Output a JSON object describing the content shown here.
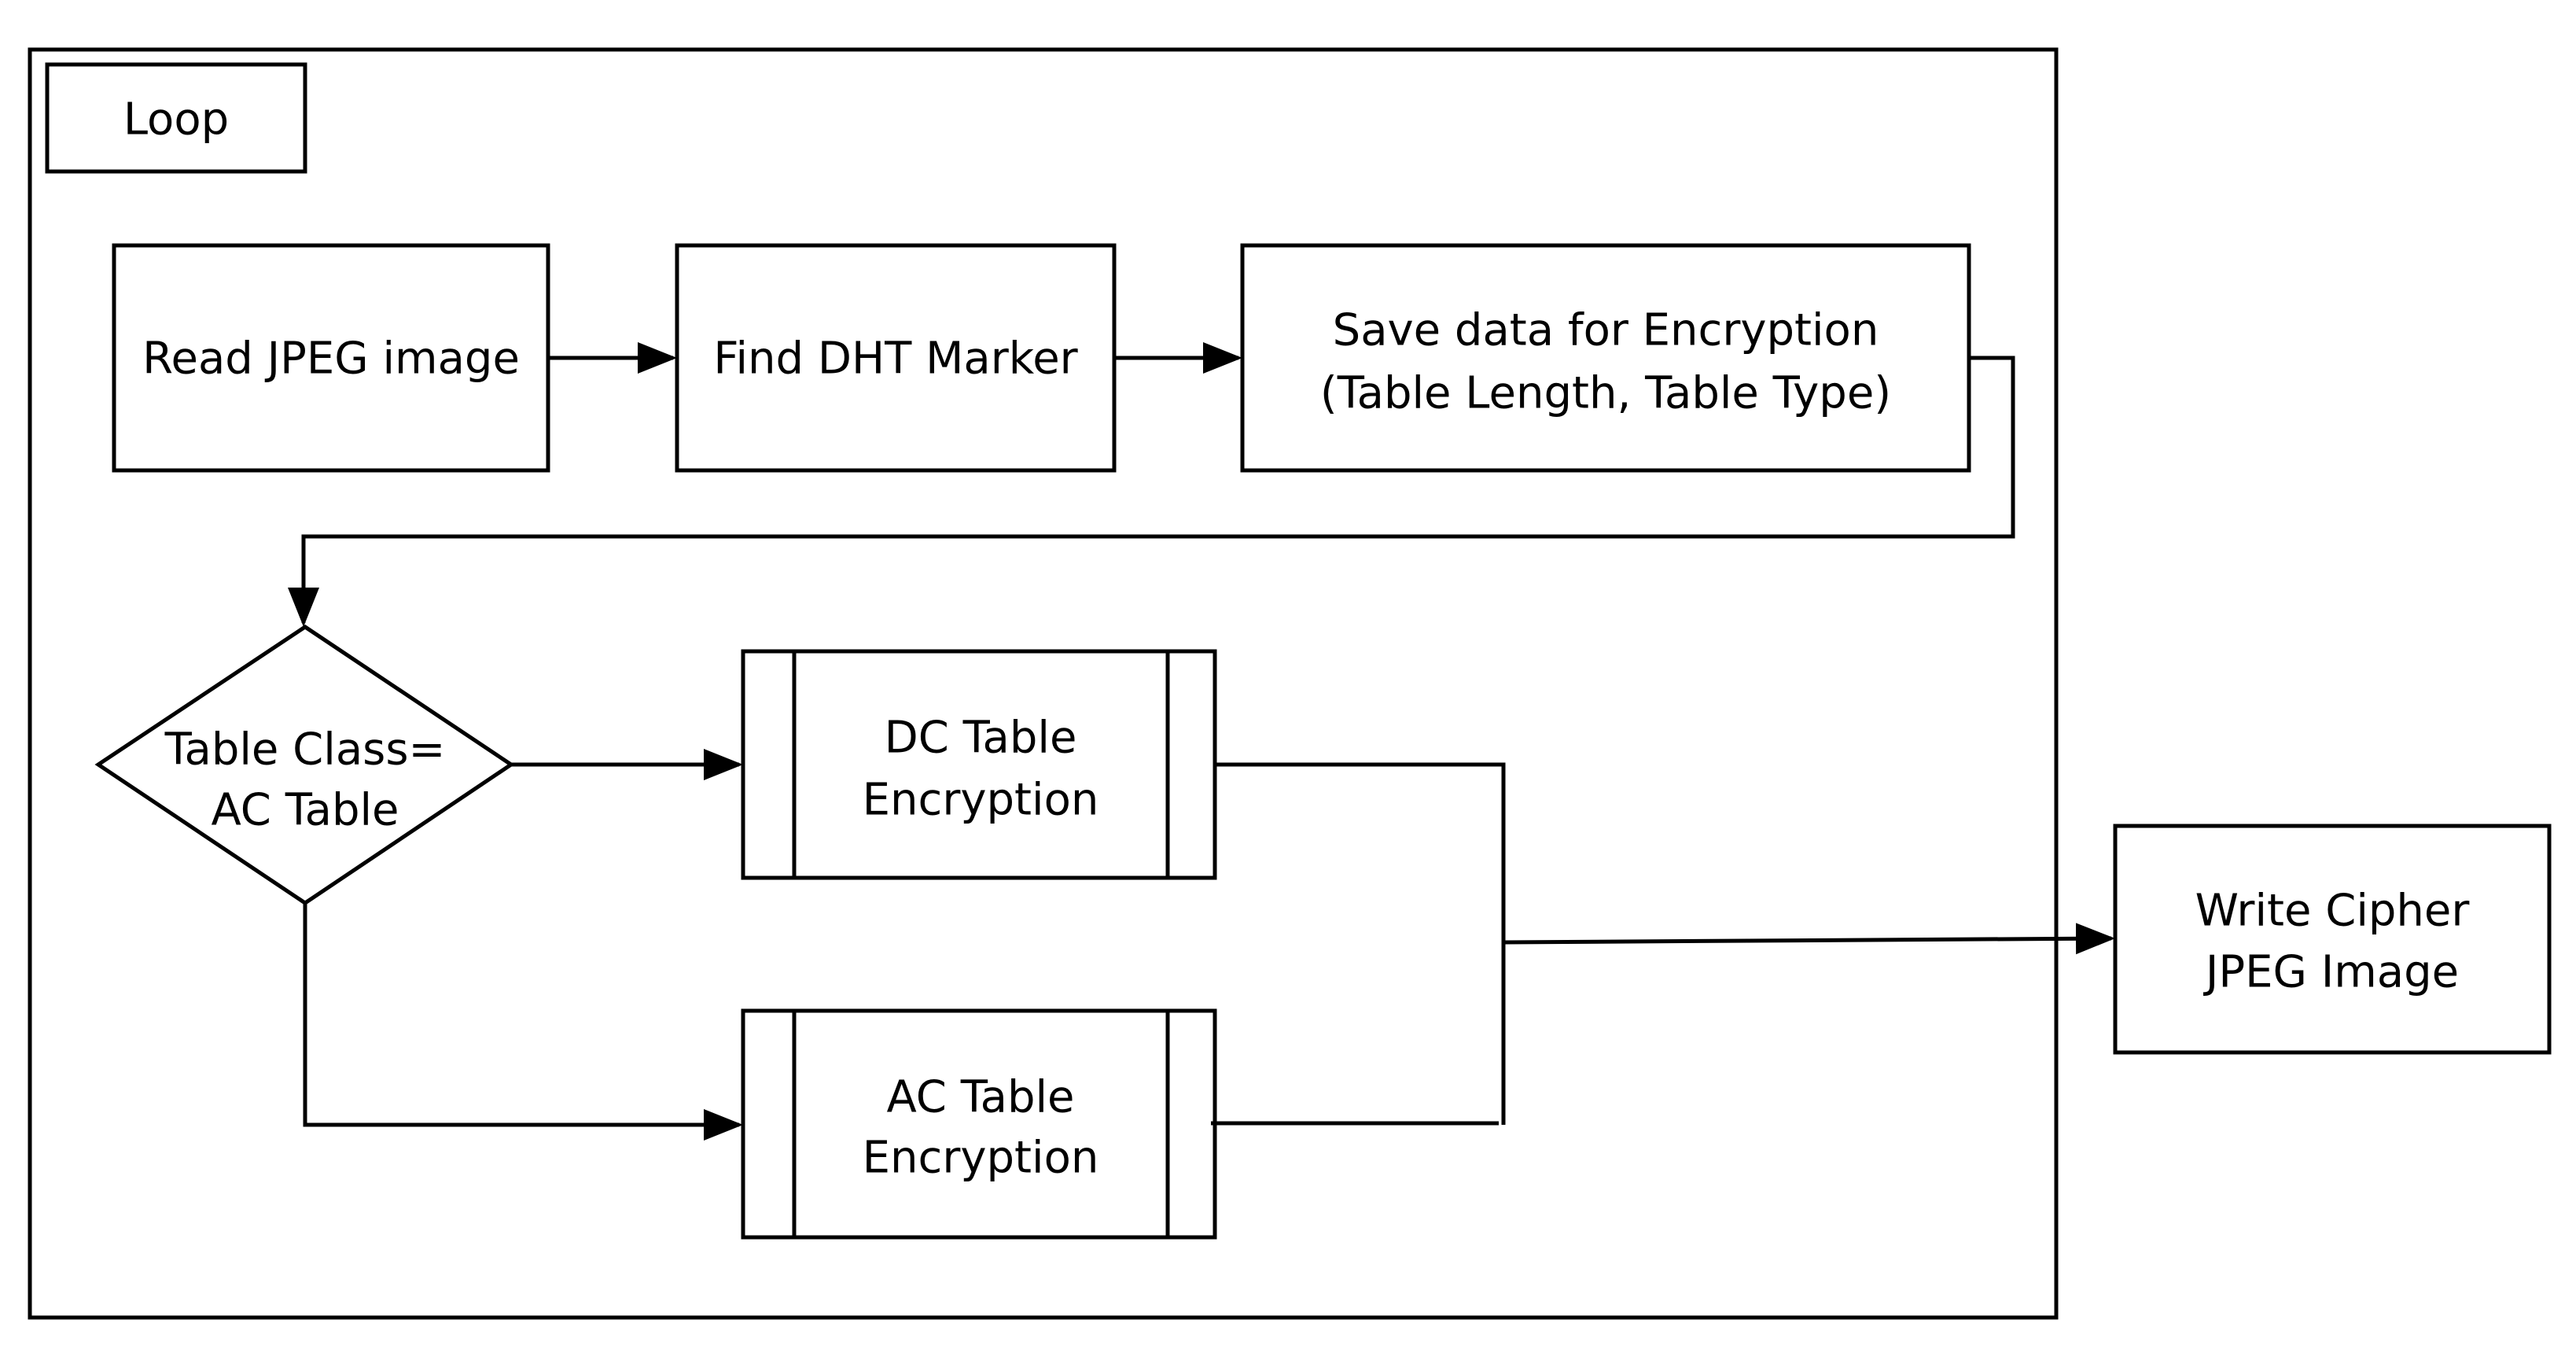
{
  "loop_frame": {
    "label": "Loop"
  },
  "nodes": {
    "read_jpeg": {
      "label": "Read JPEG image"
    },
    "find_dht": {
      "label": "Find DHT Marker"
    },
    "save_data": {
      "line1": "Save data for Encryption",
      "line2": "(Table Length, Table Type)"
    },
    "decision": {
      "line1": "Table Class=",
      "line2": "AC Table"
    },
    "dc_encryption": {
      "line1": "DC Table",
      "line2": "Encryption"
    },
    "ac_encryption": {
      "line1": "AC Table",
      "line2": "Encryption"
    },
    "write_cipher": {
      "line1": "Write Cipher",
      "line2": "JPEG Image"
    }
  }
}
